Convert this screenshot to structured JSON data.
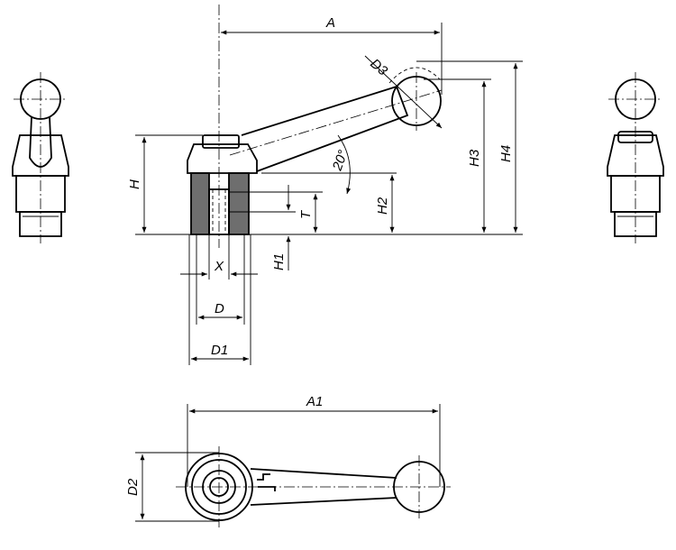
{
  "drawing": {
    "title": "Clamping lever with ball knob, technical drawing",
    "dimension_labels": {
      "A": "A",
      "A1": "A1",
      "D": "D",
      "D1": "D1",
      "D2": "D2",
      "D3": "D3",
      "H": "H",
      "H1": "H1",
      "H2": "H2",
      "H3": "H3",
      "H4": "H4",
      "T": "T",
      "X": "X",
      "angle": "20°"
    }
  }
}
